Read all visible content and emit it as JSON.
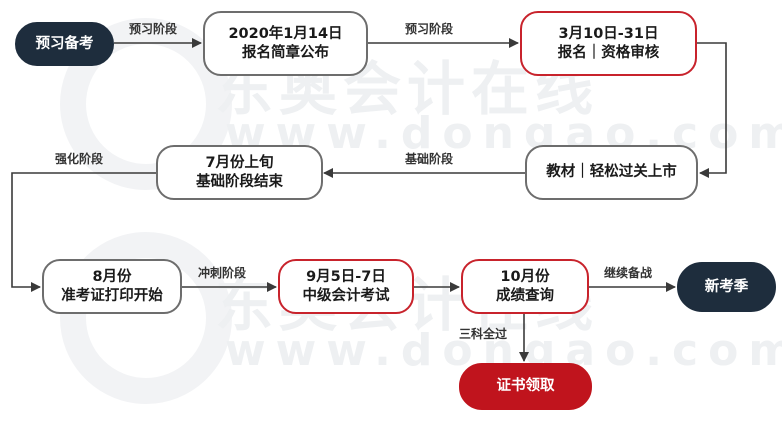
{
  "nodes": {
    "start": {
      "text": "预习备考"
    },
    "n2020": {
      "line1": "2020年1月14日",
      "line2": "报名简章公布"
    },
    "nreg": {
      "line1": "3月10日-31日",
      "line2": "报名｜资格审核"
    },
    "nbooks": {
      "text": "教材｜轻松过关上市"
    },
    "njuly": {
      "line1": "7月份上旬",
      "line2": "基础阶段结束"
    },
    "naug": {
      "line1": "8月份",
      "line2": "准考证打印开始"
    },
    "nexam": {
      "line1": "9月5日-7日",
      "line2": "中级会计考试"
    },
    "noct": {
      "line1": "10月份",
      "line2": "成绩查询"
    },
    "nnew": {
      "text": "新考季"
    },
    "ncert": {
      "text": "证书领取"
    }
  },
  "edge_labels": {
    "e1": "预习阶段",
    "e2": "预习阶段",
    "e3": "基础阶段",
    "e4": "强化阶段",
    "e5": "冲刺阶段",
    "e6": "继续备战",
    "e7": "三科全过"
  },
  "watermark": {
    "cn": "东奥会计在线",
    "en": "www.dongao.com"
  },
  "colors": {
    "dark": "#1e2d3d",
    "red": "#c8232c",
    "gray": "#6d6d6d",
    "arrow": "#3a3a3a"
  }
}
